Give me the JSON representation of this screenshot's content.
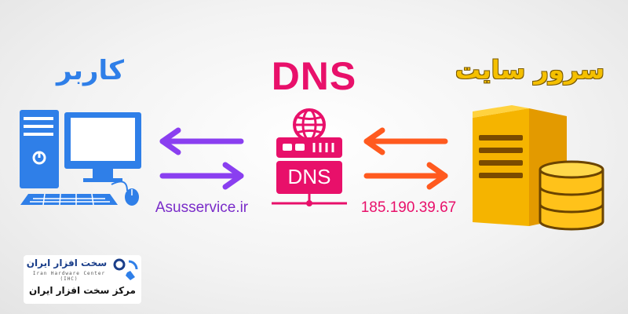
{
  "titles": {
    "user": "کاربر",
    "dns": "DNS",
    "server": "سرور سایت"
  },
  "labels": {
    "domain": "Asusservice.ir",
    "ip": "185.190.39.67"
  },
  "dns_badge": "DNS",
  "logo": {
    "name_fa": "سخت افزار ایران",
    "name_en": "Iran Hardware Center (IHC)",
    "tagline_fa": "مرکز سخت افزار ایران"
  },
  "colors": {
    "user_blue": "#2f7fe8",
    "dns_pink": "#e8106a",
    "server_yellow": "#f5c000",
    "arrow_purple": "#8a3ff0",
    "arrow_orange": "#ff5a1f"
  },
  "icons": {
    "user": "desktop-computer-icon",
    "dns": "dns-server-globe-icon",
    "server": "server-database-icon"
  }
}
